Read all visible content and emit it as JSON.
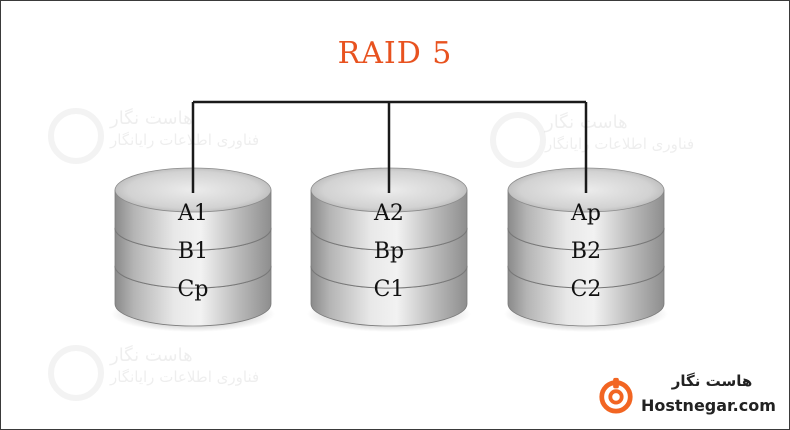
{
  "title": "RAID 5",
  "colors": {
    "title": "#e8521f",
    "connector": "#1a1a1a",
    "logo_accent": "#f26522"
  },
  "disks": [
    {
      "segments": [
        "A1",
        "B1",
        "Cp"
      ]
    },
    {
      "segments": [
        "A2",
        "Bp",
        "C1"
      ]
    },
    {
      "segments": [
        "Ap",
        "B2",
        "C2"
      ]
    }
  ],
  "watermark": {
    "line1": "هاست نگار",
    "line2": "فناوری اطلاعات رایانگار"
  },
  "logo": {
    "icon": "hostnegar-logo-icon",
    "persian_name": "هاست نگار",
    "domain": "Hostnegar.com"
  }
}
